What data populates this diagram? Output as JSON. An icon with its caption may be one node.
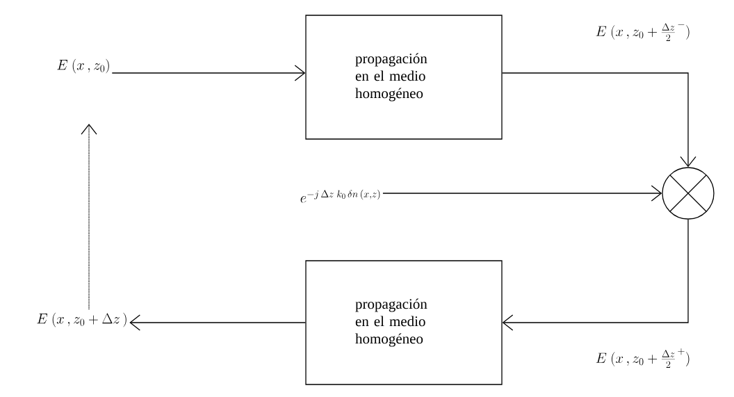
{
  "diagram": {
    "nodes": [
      {
        "text": [
          "E\\ (x\\,, z_0)"
        ]
      },
      {
        "text": [
          "propagación en el medio homogéneo"
        ]
      },
      {
        "text": [],
        "shape": "circle"
      },
      {
        "text": [
          "e^{-j\\,\\Delta z\\;k_0\\,\\delta n\\,(x,z)}"
        ]
      },
      {
        "text": [
          "propagación en el medio homogéneo"
        ]
      },
      {
        "text": [
          "E\\ (x\\,, z_0+\\Delta z\\,)"
        ]
      }
    ],
    "edges": [
      {
        "from": 0,
        "to": 1,
        "arrow": "to"
      },
      {
        "from": 1,
        "to": 2,
        "arrow": "to",
        "label": "E\\ (x\\,, z_0+\\frac{\\Delta z}{2}^{\\,-})"
      },
      {
        "from": 3,
        "to": 2,
        "arrow": "to"
      },
      {
        "from": 2,
        "to": 4,
        "arrow": "to",
        "label": "E\\ (x\\,, z_0+\\frac{\\Delta z}{2}^{\\,+})"
      },
      {
        "from": 4,
        "to": 5,
        "arrow": "to"
      },
      {
        "from": 5,
        "to": 0,
        "arrow": "to",
        "style": "dashed"
      }
    ]
  }
}
